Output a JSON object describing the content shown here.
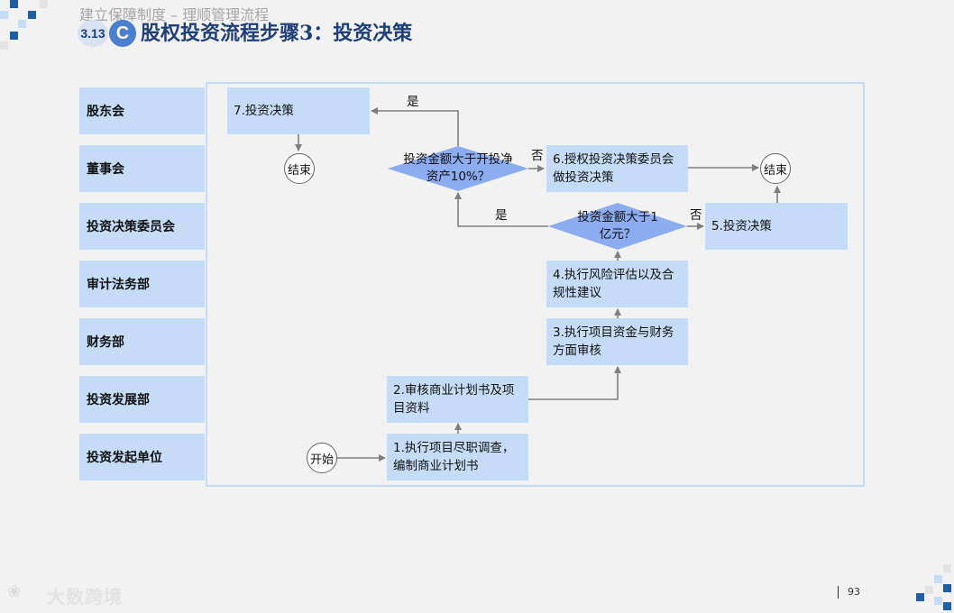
{
  "header": {
    "breadcrumb": "建立保障制度 – 理顺管理流程",
    "section_number": "3.13",
    "section_letter": "C",
    "title": "股权投资流程步骤3：投资决策"
  },
  "lanes": [
    {
      "label": "股东会"
    },
    {
      "label": "董事会"
    },
    {
      "label": "投资决策委员会"
    },
    {
      "label": "审计法务部"
    },
    {
      "label": "财务部"
    },
    {
      "label": "投资发展部"
    },
    {
      "label": "投资发起单位"
    }
  ],
  "flow": {
    "start": "开始",
    "end_1": "结束",
    "end_2": "结束",
    "step1": "1.执行项目尽职调查，编制商业计划书",
    "step2": "2.审核商业计划书及项目资料",
    "step3": "3.执行项目资金与财务方面审核",
    "step4": "4.执行风险评估以及合规性建议",
    "step5": "5.投资决策",
    "step6": "6.授权投资决策委员会做投资决策",
    "step7": "7.投资决策",
    "decision_1": "投资金额大于1亿元？",
    "decision_2": "投资金额大于开投净资产10%？",
    "yes_1": "是",
    "no_1": "否",
    "yes_2": "是",
    "no_2": "否"
  },
  "footer": {
    "logo": "大数跨境",
    "page_number": "93"
  },
  "colors": {
    "lane_fill": "#c6dcf6",
    "decision_fill": "#8cacf0",
    "title": "#1f3f7a",
    "accent": "#1f5fa8"
  }
}
